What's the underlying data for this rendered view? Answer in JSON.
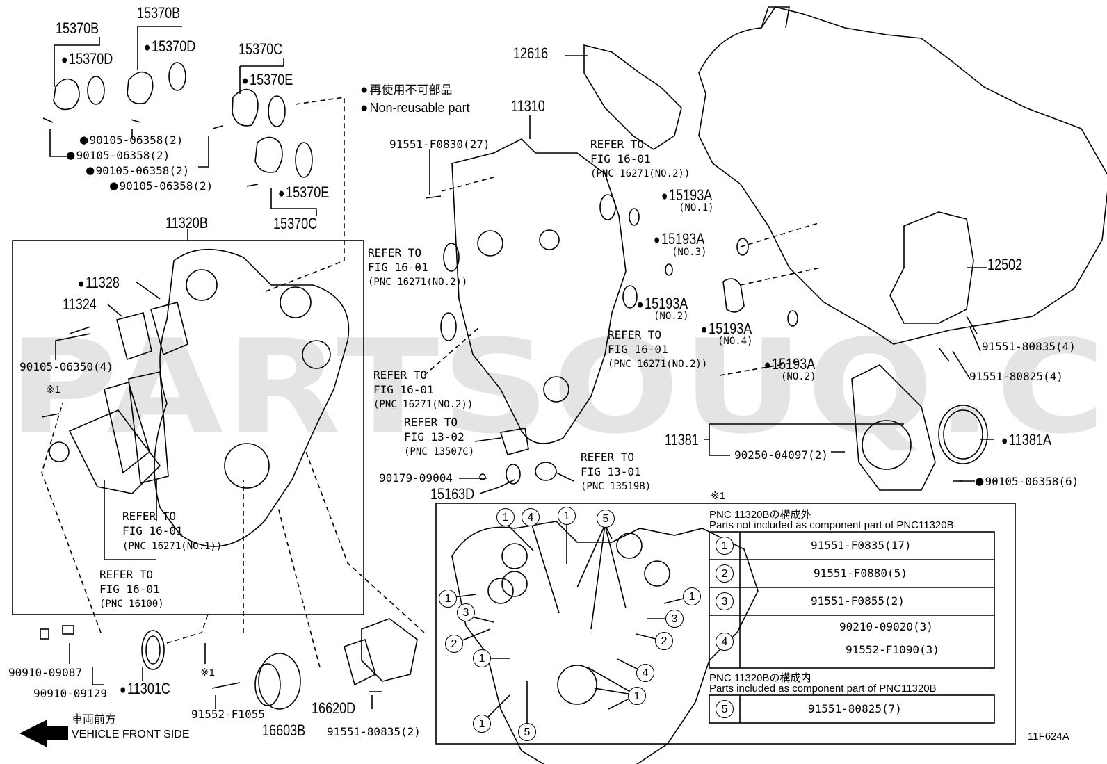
{
  "legend": {
    "jp": "再使用不可部品",
    "en": "Non-reusable part"
  },
  "front": {
    "jp": "車両前方",
    "en": "VEHICLE FRONT SIDE"
  },
  "figure_id": "11F624A",
  "watermark": "PARTSOUQ.COM",
  "refs": {
    "r1_a": "REFER TO",
    "r1_b": "FIG 16-01",
    "r1_c": "(PNC 16271(NO.2))",
    "r2_a": "REFER TO",
    "r2_b": "FIG 16-01",
    "r2_c": "(PNC 16271(NO.2))",
    "r3_a": "REFER TO",
    "r3_b": "FIG 16-01",
    "r3_c": "(PNC 16271(NO.2))",
    "r4_a": "REFER TO",
    "r4_b": "FIG 16-01",
    "r4_c": "(PNC 16271(NO.2))",
    "r5_a": "REFER TO",
    "r5_b": "FIG 13-02",
    "r5_c": "(PNC 13507C)",
    "r6_a": "REFER TO",
    "r6_b": "FIG 13-01",
    "r6_c": "(PNC 13519B)",
    "r7_a": "REFER TO",
    "r7_b": "FIG 16-01",
    "r7_c": "(PNC 16271(NO.1))",
    "r8_a": "REFER TO",
    "r8_b": "FIG 16-01",
    "r8_c": "(PNC 16100)"
  },
  "parts": {
    "p15370B_1": "15370B",
    "p15370B_2": "15370B",
    "p15370D_1": "15370D",
    "p15370D_2": "15370D",
    "p15370C_1": "15370C",
    "p15370E_1": "15370E",
    "p15370E_2": "15370E",
    "p15370C_2": "15370C",
    "b1": "90105-06358(2)",
    "b2": "90105-06358(2)",
    "b3": "90105-06358(2)",
    "b4": "90105-06358(2)",
    "p11320B": "11320B",
    "p11328": "11328",
    "p11324": "11324",
    "b90105_06350": "90105-06350(4)",
    "mark1": "※1",
    "p12616": "12616",
    "p11310": "11310",
    "b91551_F0830": "91551-F0830(27)",
    "p15193A_1": "15193A",
    "p15193A_1s": "(NO.1)",
    "p15193A_2": "15193A",
    "p15193A_2s": "(NO.3)",
    "p15193A_3": "15193A",
    "p15193A_3s": "(NO.2)",
    "p15193A_4": "15193A",
    "p15193A_4s": "(NO.4)",
    "p15193A_5": "15193A",
    "p15193A_5s": "(NO.2)",
    "p12502": "12502",
    "b91551_80835_4": "91551-80835(4)",
    "b91551_80825_4": "91551-80825(4)",
    "p11381": "11381",
    "p11381A": "11381A",
    "b90250": "90250-04097(2)",
    "b90105_06358_6": "90105-06358(6)",
    "b90179": "90179-09004",
    "p15163D": "15163D",
    "b90910_09087": "90910-09087",
    "b90910_09129": "90910-09129",
    "p11301C": "11301C",
    "mark1b": "※1",
    "b91552_F1055": "91552-F1055",
    "p16603B": "16603B",
    "p16620D": "16620D",
    "b91551_80835_2": "91551-80835(2)"
  },
  "inset": {
    "mark": "※1",
    "h1_jp": "PNC 11320Bの構成外",
    "h1_en": "Parts not included as component part of PNC11320B",
    "rows": [
      {
        "n": "1",
        "part": "91551-F0835(17)"
      },
      {
        "n": "2",
        "part": "91551-F0880(5)"
      },
      {
        "n": "3",
        "part": "91551-F0855(2)"
      },
      {
        "n": "4",
        "part": "90210-09020(3)",
        "part2": "91552-F1090(3)"
      }
    ],
    "h2_jp": "PNC 11320Bの構成内",
    "h2_en": "Parts included as component part of PNC11320B",
    "row5": {
      "n": "5",
      "part": "91551-80825(7)"
    },
    "callouts": [
      "1",
      "4",
      "1",
      "5",
      "1",
      "1",
      "3",
      "2",
      "1",
      "2",
      "3",
      "1",
      "2",
      "1",
      "4",
      "1",
      "1",
      "5"
    ]
  }
}
